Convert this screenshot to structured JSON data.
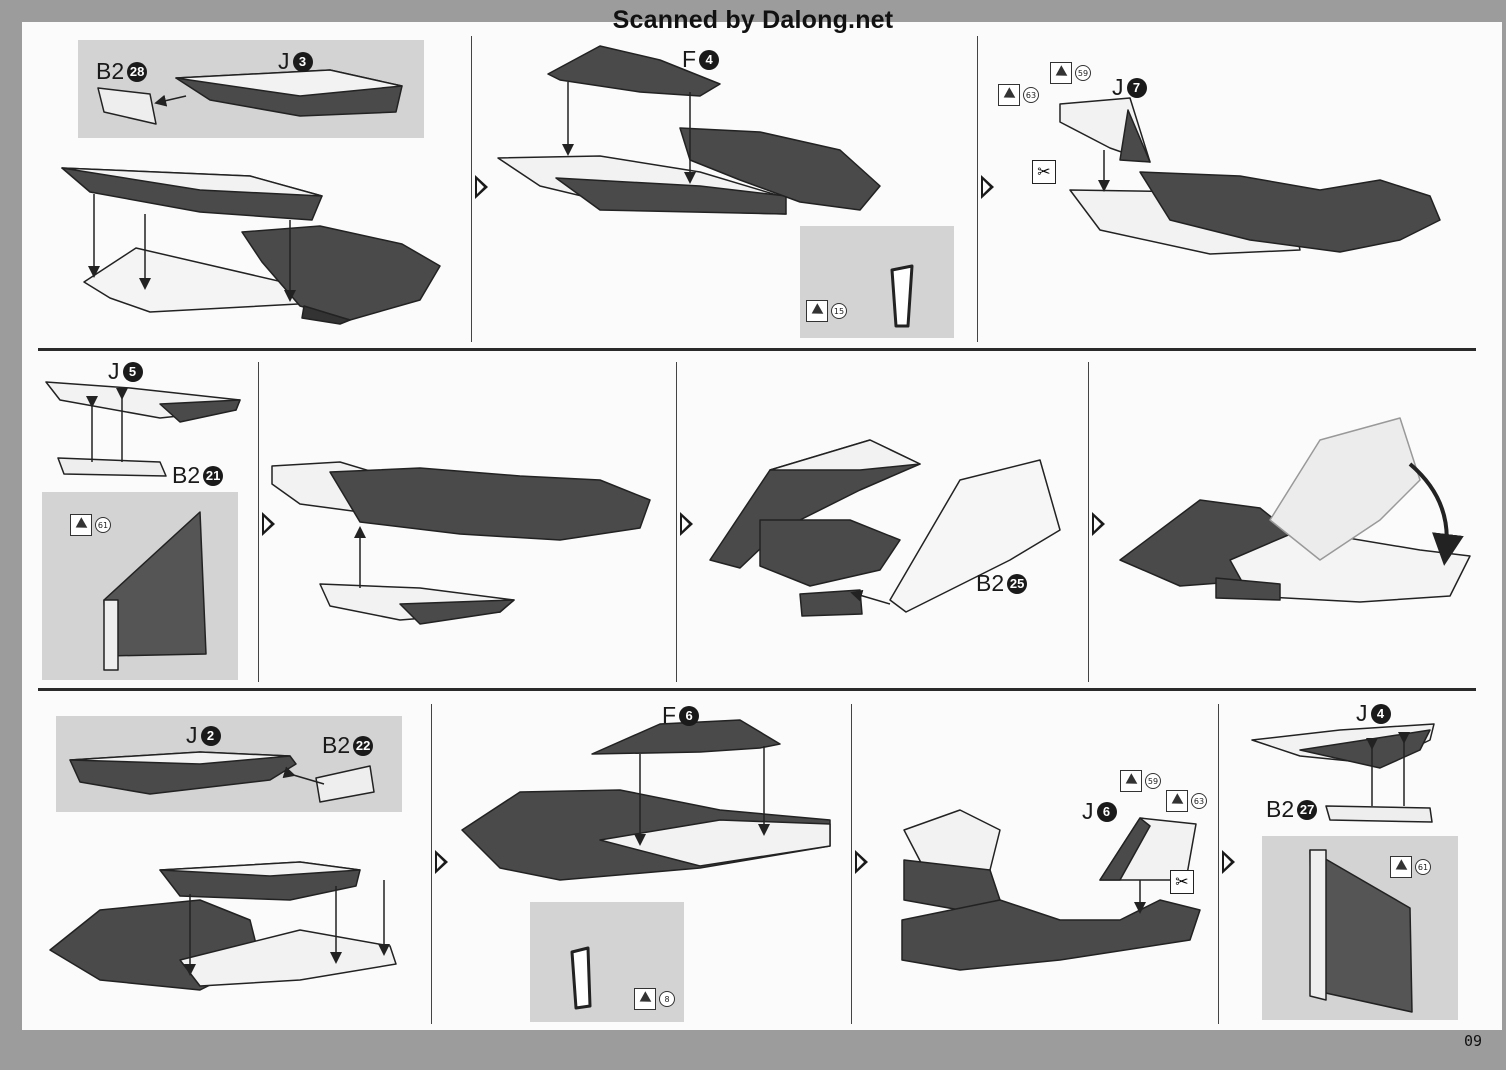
{
  "watermark": "Scanned by Dalong.net",
  "page_number": "09",
  "steps": {
    "s1": {
      "part_a": "B2",
      "part_a_num": "28",
      "part_b": "J",
      "part_b_num": "3"
    },
    "s2": {
      "part": "F",
      "part_num": "4",
      "decal_num": "15"
    },
    "s3": {
      "part": "J",
      "part_num": "7",
      "decal_a": "59",
      "decal_b": "63"
    },
    "s4": {
      "part": "J",
      "part_num": "5",
      "base": "B2",
      "base_num": "21",
      "decal_num": "61"
    },
    "s6": {
      "part": "B2",
      "part_num": "25"
    },
    "s8": {
      "part_a": "J",
      "part_a_num": "2",
      "part_b": "B2",
      "part_b_num": "22"
    },
    "s9": {
      "part": "F",
      "part_num": "6",
      "decal_num": "8"
    },
    "s10": {
      "part": "J",
      "part_num": "6",
      "decal_a": "59",
      "decal_b": "63"
    },
    "s11": {
      "part": "J",
      "part_num": "4",
      "base": "B2",
      "base_num": "27",
      "decal_num": "61"
    }
  }
}
